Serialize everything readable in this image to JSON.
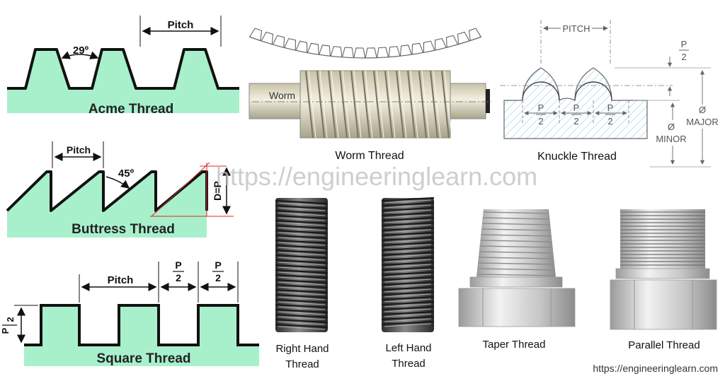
{
  "colors": {
    "thread_fill": "#a8f0cc",
    "thread_fill_light": "#d7f7e8",
    "outline": "#111111",
    "dim_red": "#dd2a2a",
    "watermark": "#bdbdbd",
    "hatch": "#8fd0e8",
    "bolt_dark": "#555555",
    "metal_light": "#d8d8d8"
  },
  "acme": {
    "title": "Acme Thread",
    "angle": "29º",
    "pitch": "Pitch"
  },
  "buttress": {
    "title": "Buttress Thread",
    "pitch": "Pitch",
    "angle": "45º",
    "depth": "D=P"
  },
  "square": {
    "title": "Square Thread",
    "pitch": "Pitch",
    "half_pitch_top": "P",
    "half_pitch_bottom": "2",
    "depth_top": "P",
    "depth_bottom": "2"
  },
  "worm": {
    "title": "Worm Thread",
    "label": "Worm"
  },
  "knuckle": {
    "title": "Knuckle Thread",
    "pitch": "PITCH",
    "p_top": "P",
    "p_bottom": "2",
    "minor_sym": "Ø",
    "minor": "MINOR",
    "major_sym": "Ø",
    "major": "MAJOR"
  },
  "watermark": "https://engineeringlearn.com",
  "right_hand": {
    "line1": "Right Hand",
    "line2": "Thread"
  },
  "left_hand": {
    "line1": "Left Hand",
    "line2": "Thread"
  },
  "taper": {
    "title": "Taper Thread"
  },
  "parallel": {
    "title": "Parallel Thread"
  },
  "footer_url": "https://engineeringlearn.com"
}
